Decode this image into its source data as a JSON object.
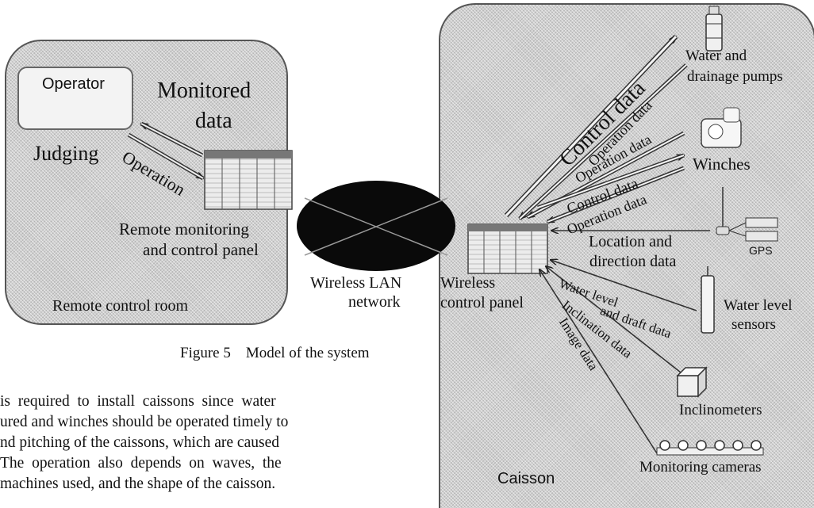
{
  "regions": {
    "remote_room": "Remote control room",
    "caisson": "Caisson"
  },
  "remote": {
    "operator": "Operator",
    "judging": "Judging",
    "monitored_data_1": "Monitored",
    "monitored_data_2": "data",
    "operation": "Operation",
    "panel_1": "Remote monitoring",
    "panel_2": "and control panel"
  },
  "network": {
    "line_1": "Wireless LAN",
    "line_2": "network"
  },
  "wireless_panel": {
    "line_1": "Wireless",
    "line_2": "control panel"
  },
  "devices": {
    "pumps_1": "Water and",
    "pumps_2": "drainage pumps",
    "winches": "Winches",
    "gps": "GPS",
    "water_level_1": "Water level",
    "water_level_2": "sensors",
    "inclinometers": "Inclinometers",
    "cameras": "Monitoring cameras"
  },
  "flows": {
    "control_data_pumps": "Control data",
    "operation_data_pumps": "Operation data",
    "operation_data_winches_1": "Operation data",
    "control_data_winches": "Control data",
    "operation_data_winches_2": "Operation data",
    "location_1": "Location and",
    "location_2": "direction data",
    "water_level_1": "Water level",
    "water_level_2": "and draft data",
    "inclination": "Inclination data",
    "image": "Image data"
  },
  "caption": "Figure 5    Model of the system",
  "paragraph": [
    "is  required  to  install  caissons  since  water",
    "ured and winches should be operated timely to",
    "nd pitching of the caissons, which are caused",
    "The  operation  also  depends  on  waves,  the",
    "machines used, and the shape of the caisson."
  ],
  "colors": {
    "region_fill": "#cfcfcf",
    "network_fill": "#0a0a0a",
    "network_cross": "#9a9a9a"
  }
}
